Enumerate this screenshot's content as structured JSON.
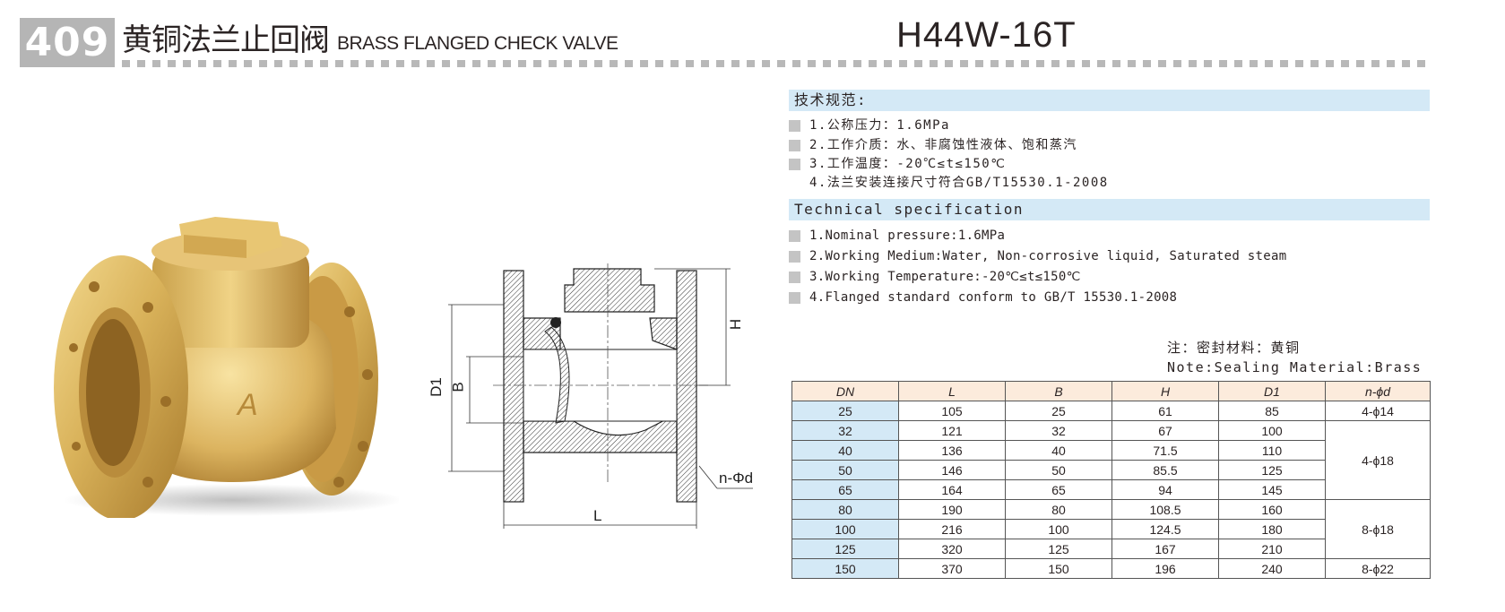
{
  "header": {
    "badge_number": "409",
    "title_cn": "黄铜法兰止回阀",
    "title_en": "BRASS FLANGED CHECK VALVE",
    "model": "H44W-16T"
  },
  "specs_cn": {
    "heading": "技术规范:",
    "items": [
      {
        "text": "1.公称压力：1.6MPa",
        "bullet": true
      },
      {
        "text": "2.工作介质：水、非腐蚀性液体、饱和蒸汽",
        "bullet": true
      },
      {
        "text": "3.工作温度：-20℃≤t≤150℃",
        "bullet": true
      },
      {
        "text": "4.法兰安装连接尺寸符合GB/T15530.1-2008",
        "bullet": false
      }
    ]
  },
  "specs_en": {
    "heading": "Technical specification",
    "items": [
      {
        "text": "1.Nominal pressure:1.6MPa"
      },
      {
        "text": "2.Working Medium:Water, Non-corrosive liquid, Saturated steam"
      },
      {
        "text": "3.Working Temperature:-20℃≤t≤150℃"
      },
      {
        "text": "4.Flanged standard conform to GB/T 15530.1-2008"
      }
    ]
  },
  "note": {
    "cn": "注：密封材料：黄铜",
    "en": "Note:Sealing Material:Brass"
  },
  "drawing": {
    "labels": {
      "D1": "D1",
      "B": "B",
      "H": "H",
      "L": "L",
      "nd": "n-Φd"
    }
  },
  "table": {
    "headers": [
      "DN",
      "L",
      "B",
      "H",
      "D1",
      "n-ϕd"
    ],
    "rows": [
      {
        "DN": "25",
        "L": "105",
        "B": "25",
        "H": "61",
        "D1": "85"
      },
      {
        "DN": "32",
        "L": "121",
        "B": "32",
        "H": "67",
        "D1": "100"
      },
      {
        "DN": "40",
        "L": "136",
        "B": "40",
        "H": "71.5",
        "D1": "110"
      },
      {
        "DN": "50",
        "L": "146",
        "B": "50",
        "H": "85.5",
        "D1": "125"
      },
      {
        "DN": "65",
        "L": "164",
        "B": "65",
        "H": "94",
        "D1": "145"
      },
      {
        "DN": "80",
        "L": "190",
        "B": "80",
        "H": "108.5",
        "D1": "160"
      },
      {
        "DN": "100",
        "L": "216",
        "B": "100",
        "H": "124.5",
        "D1": "180"
      },
      {
        "DN": "125",
        "L": "320",
        "B": "125",
        "H": "167",
        "D1": "210"
      },
      {
        "DN": "150",
        "L": "370",
        "B": "150",
        "H": "196",
        "D1": "240"
      }
    ],
    "nd_groups": [
      {
        "value": "4-ϕ14",
        "rowspan": 1
      },
      {
        "value": "4-ϕ18",
        "rowspan": 4
      },
      {
        "value": "8-ϕ18",
        "rowspan": 3
      },
      {
        "value": "8-ϕ22",
        "rowspan": 1
      }
    ]
  },
  "colors": {
    "badge_bg": "#b5b5b5",
    "spec_bar_bg": "#d4e9f6",
    "table_header_bg": "#fcebdc",
    "table_dn_bg": "#d4e9f6",
    "bullet": "#c4c4c4",
    "text": "#2b2424"
  }
}
